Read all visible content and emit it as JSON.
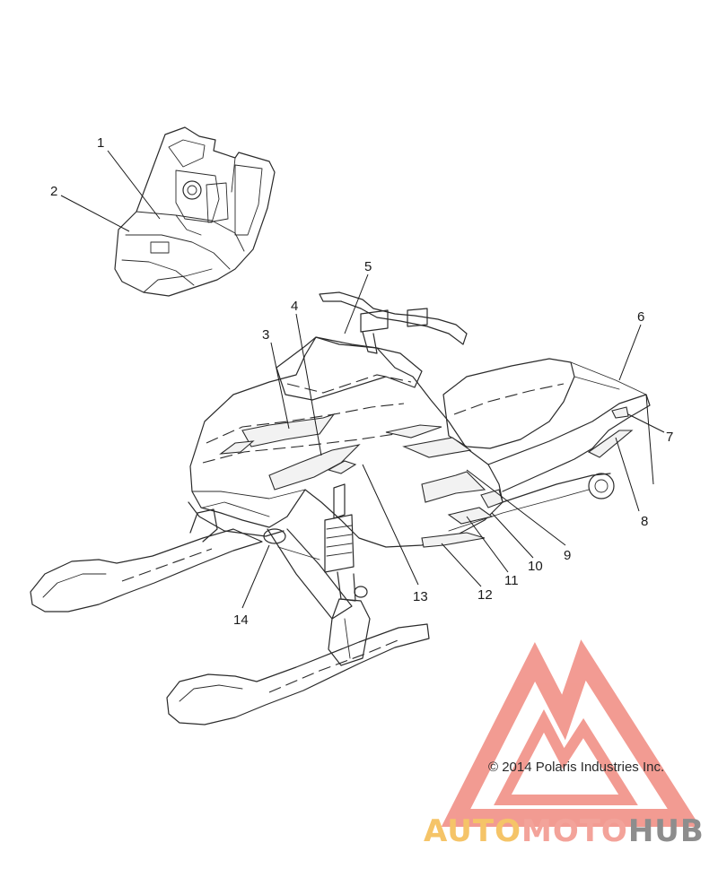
{
  "diagram": {
    "callouts": [
      {
        "id": "1",
        "label": "1"
      },
      {
        "id": "2",
        "label": "2"
      },
      {
        "id": "3",
        "label": "3"
      },
      {
        "id": "4",
        "label": "4"
      },
      {
        "id": "5",
        "label": "5"
      },
      {
        "id": "6",
        "label": "6"
      },
      {
        "id": "7",
        "label": "7"
      },
      {
        "id": "8",
        "label": "8"
      },
      {
        "id": "9",
        "label": "9"
      },
      {
        "id": "10",
        "label": "10"
      },
      {
        "id": "11",
        "label": "11"
      },
      {
        "id": "12",
        "label": "12"
      },
      {
        "id": "13",
        "label": "13"
      },
      {
        "id": "14",
        "label": "14"
      }
    ],
    "copyright": "© 2014 Polaris Industries Inc."
  },
  "watermark": {
    "part1": "AUTO",
    "part2": "MOTO",
    "part3": "HUB",
    "colors": {
      "triangle": "#f08a80",
      "auto": "#f5c468",
      "moto": "#f3a39a",
      "hub": "#8d8d8d"
    }
  }
}
